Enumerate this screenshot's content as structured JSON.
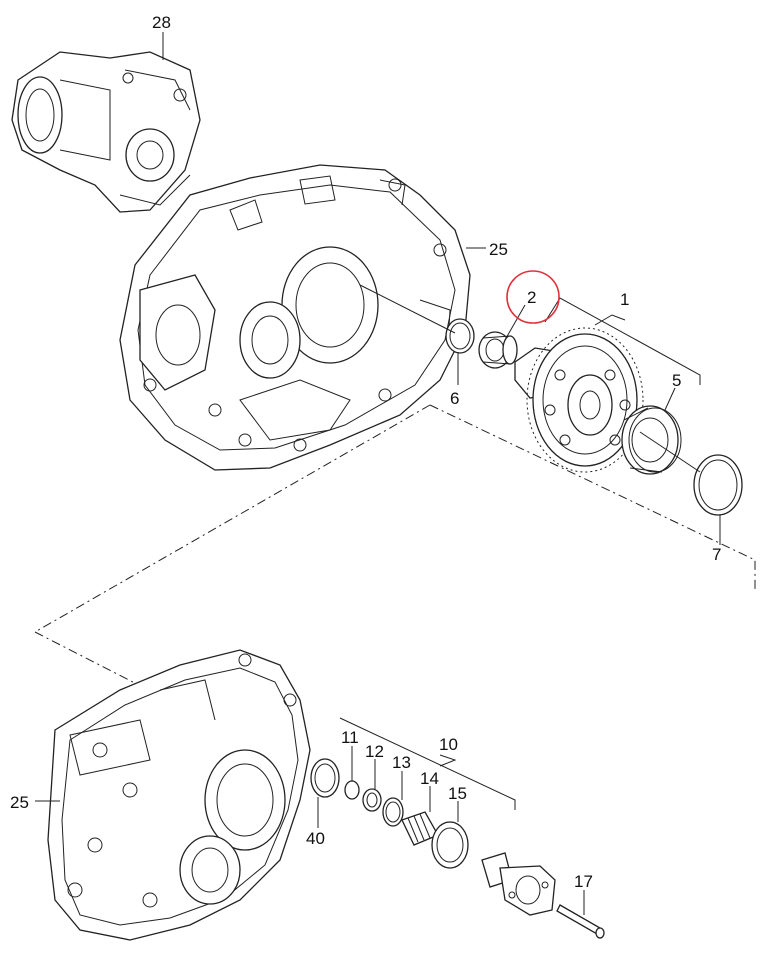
{
  "diagram": {
    "callouts": [
      {
        "id": "p28",
        "text": "28"
      },
      {
        "id": "p25a",
        "text": "25"
      },
      {
        "id": "p2",
        "text": "2"
      },
      {
        "id": "p1",
        "text": "1"
      },
      {
        "id": "p6",
        "text": "6"
      },
      {
        "id": "p5",
        "text": "5"
      },
      {
        "id": "p7",
        "text": "7"
      },
      {
        "id": "p10",
        "text": "10"
      },
      {
        "id": "p11",
        "text": "11"
      },
      {
        "id": "p12",
        "text": "12"
      },
      {
        "id": "p13",
        "text": "13"
      },
      {
        "id": "p14",
        "text": "14"
      },
      {
        "id": "p15",
        "text": "15"
      },
      {
        "id": "p25b",
        "text": "25"
      },
      {
        "id": "p40",
        "text": "40"
      },
      {
        "id": "p17",
        "text": "17"
      }
    ],
    "highlight": {
      "part": "2",
      "color": "#e0303a"
    },
    "line_color": "#222222"
  }
}
